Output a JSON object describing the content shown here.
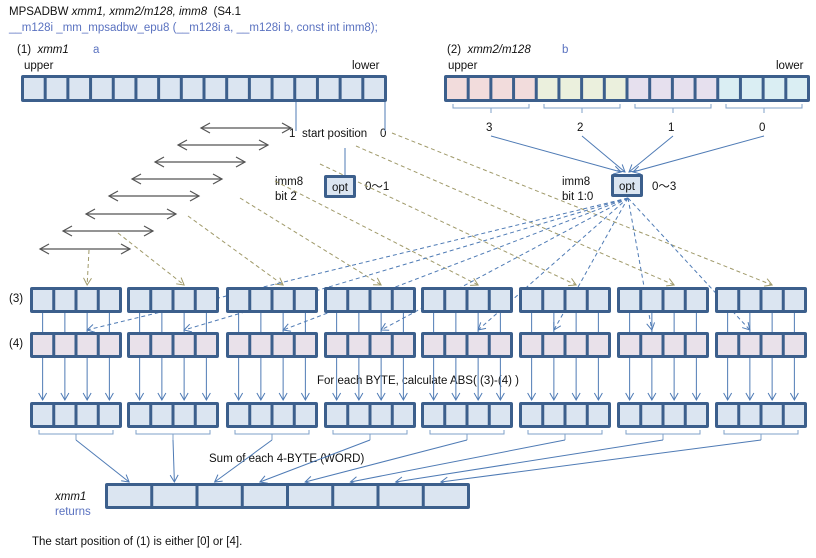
{
  "header": {
    "mnemonic": "MPSADBW",
    "operands": "xmm1, xmm2/m128, imm8",
    "isa": "(S4.1",
    "intrinsic": "__m128i  _mm_mpsadbw_epu8  (__m128i a, __m128i b, const int imm8);"
  },
  "source1": {
    "index": "(1)",
    "name": "xmm1",
    "param": "a",
    "upper": "upper",
    "lower": "lower",
    "byte_count": 16,
    "start_position_label": "start position",
    "start_left": "1",
    "start_right": "0",
    "selector": {
      "label_line1": "imm8",
      "label_line2": "bit 2",
      "button": "opt",
      "range": "0〜1"
    }
  },
  "source2": {
    "index": "(2)",
    "name": "xmm2/m128",
    "param": "b",
    "upper": "upper",
    "lower": "lower",
    "byte_count": 16,
    "group_labels": [
      "3",
      "2",
      "1",
      "0"
    ],
    "group_colors": [
      "#f2dcdc",
      "#ebf0dd",
      "#e6e0ee",
      "#daeef3"
    ],
    "selector": {
      "label_line1": "imm8",
      "label_line2": "bit 1:0",
      "button": "opt",
      "range": "0〜3"
    }
  },
  "rows": {
    "row3_label": "(3)",
    "row4_label": "(4)",
    "groups": 8,
    "bytes_per_group": 4,
    "abs_caption": "For each BYTE,  calculate ABS( (3)-(4) )",
    "sum_caption": "Sum of each 4-BYTE  (WORD)"
  },
  "result": {
    "name": "xmm1",
    "sublabel": "returns",
    "word_count": 8
  },
  "footnote": "The start position of (1) is either [0] or [4].",
  "colors": {
    "border": "#3c5f8c",
    "cell_blue": "#dbe5f1",
    "cell_pink": "#e9e1ea",
    "arrow_blue": "#4f7bb5",
    "arrow_tan": "#a09a6a",
    "arrow_gray": "#555555"
  }
}
